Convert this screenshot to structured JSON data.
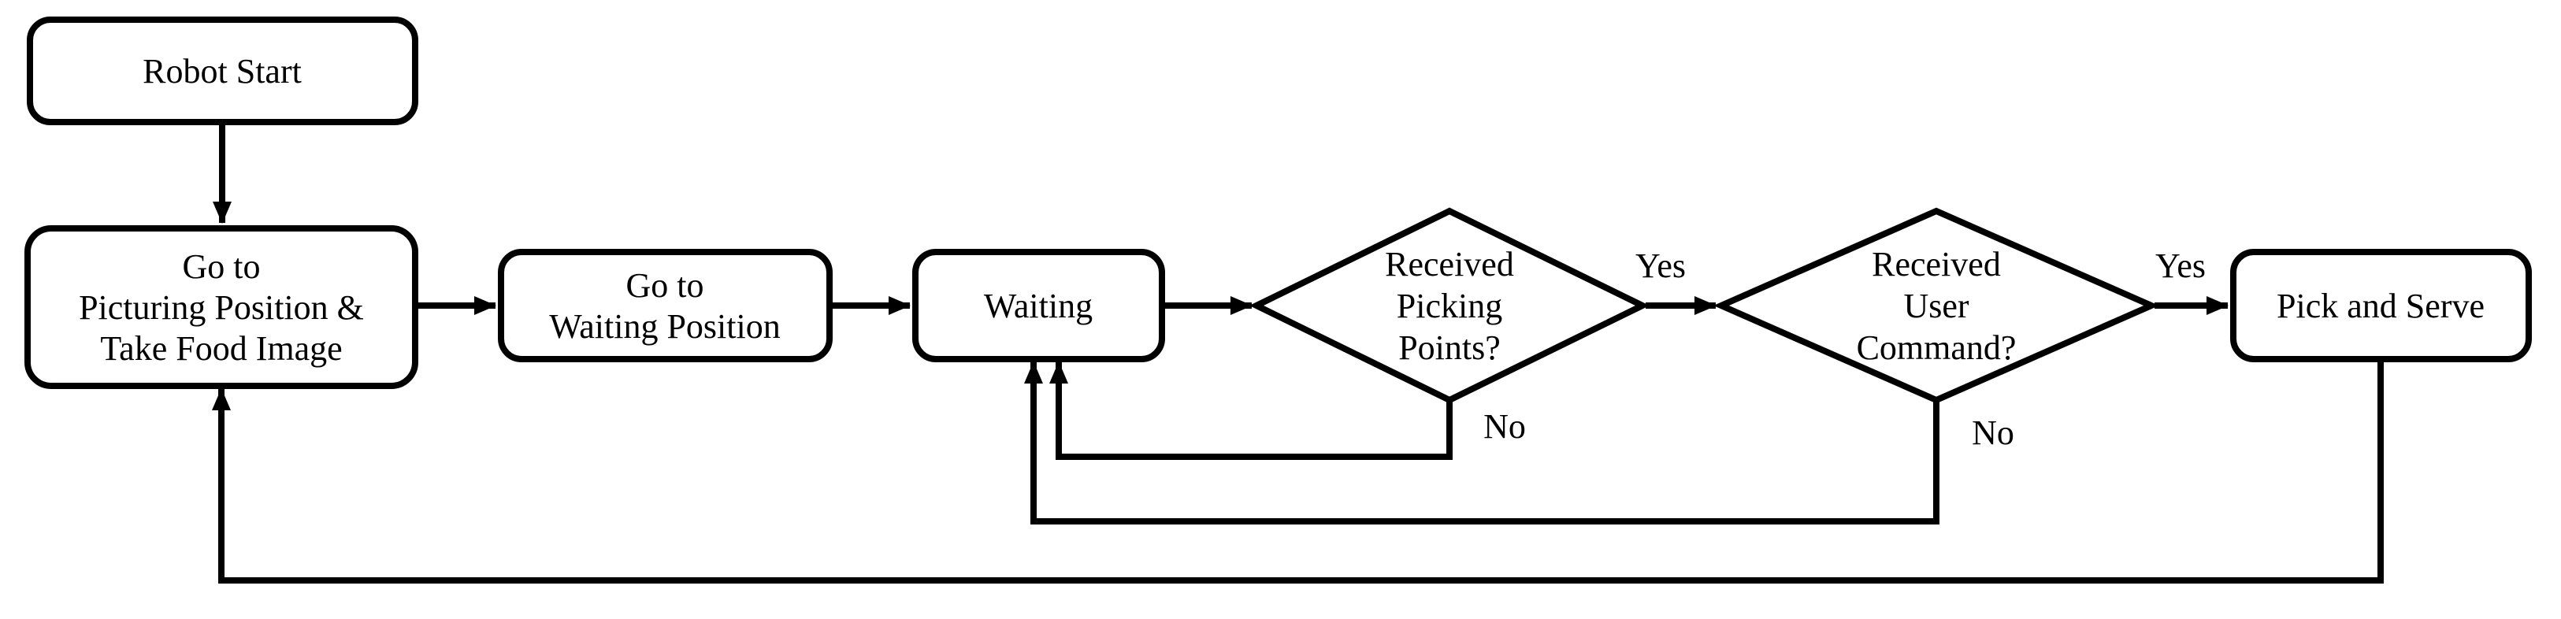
{
  "diagram": {
    "type": "flowchart",
    "background": "#ffffff",
    "stroke_color": "#000000",
    "text_color": "#000000",
    "nodes": {
      "robot_start": {
        "label": "Robot Start"
      },
      "go_picturing": {
        "lines": [
          "Go to",
          "Picturing Position &",
          "Take Food Image"
        ]
      },
      "go_waiting": {
        "lines": [
          "Go to",
          "Waiting Position"
        ]
      },
      "waiting": {
        "label": "Waiting"
      },
      "received_picking": {
        "lines": [
          "Received",
          "Picking",
          "Points?"
        ]
      },
      "received_user": {
        "lines": [
          "Received",
          "User",
          "Command?"
        ]
      },
      "pick_and_serve": {
        "label": "Pick and Serve"
      }
    },
    "edge_labels": {
      "picking_yes": "Yes",
      "picking_no": "No",
      "user_yes": "Yes",
      "user_no": "No"
    }
  }
}
